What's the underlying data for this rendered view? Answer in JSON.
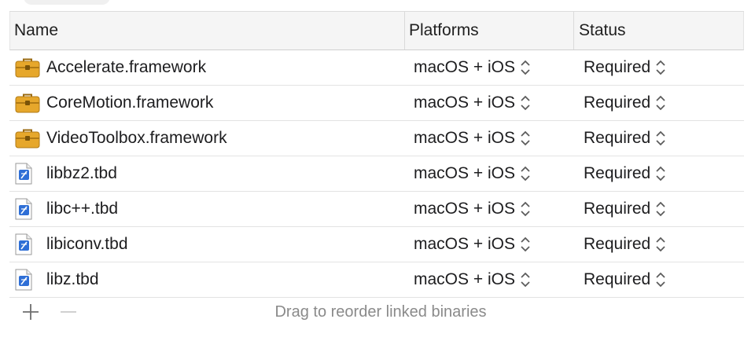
{
  "table": {
    "columns": {
      "name": "Name",
      "platforms": "Platforms",
      "status": "Status"
    },
    "rows": [
      {
        "name": "Accelerate.framework",
        "icon": "toolbox-icon",
        "platforms": "macOS + iOS",
        "status": "Required"
      },
      {
        "name": "CoreMotion.framework",
        "icon": "toolbox-icon",
        "platforms": "macOS + iOS",
        "status": "Required"
      },
      {
        "name": "VideoToolbox.framework",
        "icon": "toolbox-icon",
        "platforms": "macOS + iOS",
        "status": "Required"
      },
      {
        "name": "libbz2.tbd",
        "icon": "document-icon",
        "platforms": "macOS + iOS",
        "status": "Required"
      },
      {
        "name": "libc++.tbd",
        "icon": "document-icon",
        "platforms": "macOS + iOS",
        "status": "Required"
      },
      {
        "name": "libiconv.tbd",
        "icon": "document-icon",
        "platforms": "macOS + iOS",
        "status": "Required"
      },
      {
        "name": "libz.tbd",
        "icon": "document-icon",
        "platforms": "macOS + iOS",
        "status": "Required"
      }
    ]
  },
  "footer": {
    "hint": "Drag to reorder linked binaries"
  },
  "colors": {
    "toolbox": "#e6a72b",
    "document_accent": "#2f6fd6",
    "hint_text": "#8a8a8a"
  }
}
